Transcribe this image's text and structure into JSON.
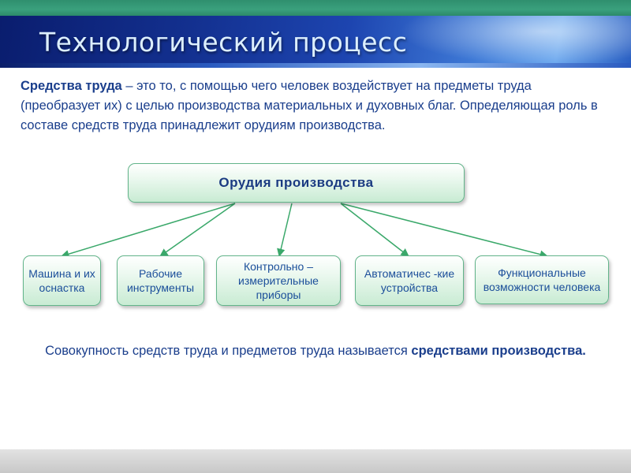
{
  "title": "Технологический процесс",
  "intro": {
    "term": "Средства труда",
    "text": " – это то, с помощью чего человек воздействует на предметы труда (преобразует их) с целью производства материальных и духовных благ. Определяющая роль в составе средств труда принадлежит орудиям производства."
  },
  "diagram": {
    "root": "Орудия производства",
    "children": [
      "Машина и их оснастка",
      "Рабочие инструменты",
      "Контрольно – измерительные приборы",
      "Автоматичес -кие устройства",
      "Функциональные возможности человека"
    ]
  },
  "summary": {
    "text": "Совокупность средств труда и предметов труда называется ",
    "term": "средствами производства."
  },
  "colors": {
    "text": "#1a3e8c",
    "box_border": "#62b48a",
    "arrow": "#3aa86a"
  }
}
